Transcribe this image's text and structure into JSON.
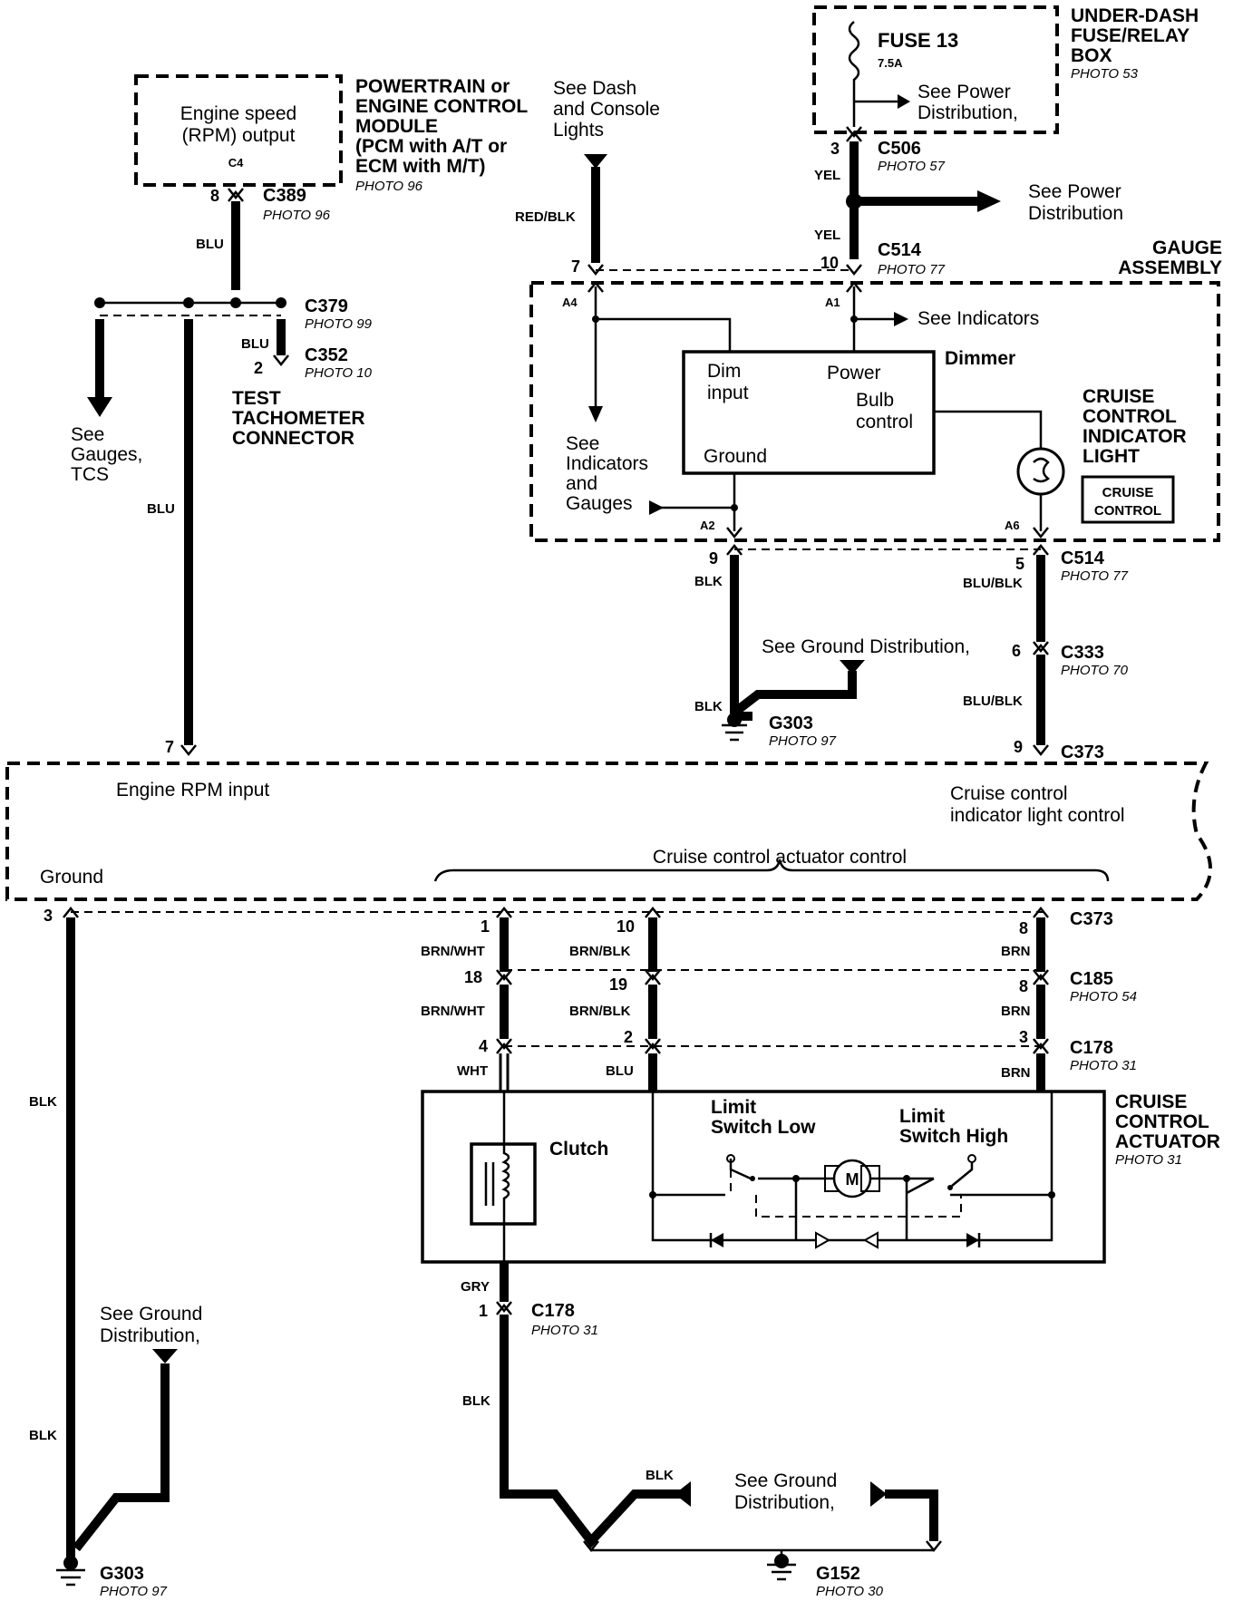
{
  "modules": {
    "fuse_box": {
      "name_lines": [
        "UNDER-DASH",
        "FUSE/RELAY",
        "BOX"
      ],
      "photo": "PHOTO 53",
      "fuse": "FUSE 13",
      "rating": "7.5A",
      "see": [
        "See Power",
        "Distribution,"
      ]
    },
    "pcm": {
      "name_lines": [
        "POWERTRAIN or",
        "ENGINE CONTROL",
        "MODULE",
        "(PCM with A/T or",
        "ECM with M/T)"
      ],
      "photo": "PHOTO 96",
      "inner_lines": [
        "Engine speed",
        "(RPM) output"
      ],
      "inner_pin": "C4"
    },
    "dash_lights": {
      "lines": [
        "See Dash",
        "and Console",
        "Lights"
      ]
    },
    "gauge_assembly": {
      "name_lines": [
        "GAUGE",
        "ASSEMBLY"
      ],
      "dimmer": "Dimmer",
      "dim_input": [
        "Dim",
        "input"
      ],
      "power": "Power",
      "bulb_control": [
        "Bulb",
        "control"
      ],
      "ground": "Ground",
      "see_indicators": "See Indicators",
      "see_ind_gauges": [
        "See",
        "Indicators",
        "and",
        "Gauges"
      ],
      "pins": {
        "a4": "A4",
        "a1": "A1",
        "a2": "A2",
        "a6": "A6"
      }
    },
    "indicator_light": {
      "name_lines": [
        "CRUISE",
        "CONTROL",
        "INDICATOR",
        "LIGHT"
      ],
      "badge": [
        "CRUISE",
        "CONTROL"
      ]
    },
    "test_tach": {
      "name_lines": [
        "TEST",
        "TACHOMETER",
        "CONNECTOR"
      ]
    },
    "see_gauges_tcs": {
      "lines": [
        "See",
        "Gauges,",
        "TCS"
      ]
    },
    "control_unit": {
      "engine_rpm_input": "Engine RPM input",
      "ground": "Ground",
      "cruise_indicator": [
        "Cruise control",
        "indicator light control"
      ],
      "actuator_control": "Cruise control actuator control"
    },
    "actuator": {
      "name_lines": [
        "CRUISE",
        "CONTROL",
        "ACTUATOR"
      ],
      "photo": "PHOTO 31",
      "clutch": "Clutch",
      "limit_low": [
        "Limit",
        "Switch Low"
      ],
      "limit_high": [
        "Limit",
        "Switch High"
      ],
      "motor": "M"
    },
    "power_dist": {
      "lines": [
        "See Power",
        "Distribution"
      ]
    },
    "ground_dist_mid": "See Ground Distribution,",
    "ground_dist_left": [
      "See Ground",
      "Distribution,"
    ],
    "ground_dist_right": [
      "See Ground",
      "Distribution,"
    ]
  },
  "connectors": {
    "c506": {
      "name": "C506",
      "photo": "PHOTO 57",
      "pin": "3"
    },
    "c514_top": {
      "name": "C514",
      "photo": "PHOTO 77",
      "pin_left": "7",
      "pin_right": "10"
    },
    "c389": {
      "name": "C389",
      "photo": "PHOTO 96",
      "pin": "8"
    },
    "c379": {
      "name": "C379",
      "photo": "PHOTO 99"
    },
    "c352": {
      "name": "C352",
      "photo": "PHOTO 10",
      "pin": "2"
    },
    "c514_bot": {
      "name": "C514",
      "photo": "PHOTO 77",
      "pin_left": "9",
      "pin_right": "5"
    },
    "c333": {
      "name": "C333",
      "photo": "PHOTO 70",
      "pin": "6"
    },
    "c373_top": {
      "name": "C373",
      "pin_left": "7",
      "pin_right": "9"
    },
    "c373_bot": {
      "name": "C373",
      "pins": [
        "3",
        "1",
        "10",
        "8"
      ]
    },
    "c185": {
      "name": "C185",
      "photo": "PHOTO 54",
      "pins": [
        "18",
        "19",
        "8"
      ]
    },
    "c178": {
      "name": "C178",
      "photo": "PHOTO 31",
      "pins": [
        "4",
        "2",
        "3"
      ]
    },
    "c178_gry": {
      "name": "C178",
      "photo": "PHOTO 31",
      "pin": "1"
    }
  },
  "grounds": {
    "g303_mid": {
      "name": "G303",
      "photo": "PHOTO 97"
    },
    "g303_left": {
      "name": "G303",
      "photo": "PHOTO 97"
    },
    "g152": {
      "name": "G152",
      "photo": "PHOTO 30"
    }
  },
  "wire_colors": {
    "yel1": "YEL",
    "yel2": "YEL",
    "red_blk": "RED/BLK",
    "blu_pcm": "BLU",
    "blu_tach": "BLU",
    "blu_long": "BLU",
    "blk_gauge1": "BLK",
    "blk_gauge2": "BLK",
    "blu_blk1": "BLU/BLK",
    "blu_blk2": "BLU/BLK",
    "brn_wht1": "BRN/WHT",
    "brn_wht2": "BRN/WHT",
    "wht": "WHT",
    "brn_blk1": "BRN/BLK",
    "brn_blk2": "BRN/BLK",
    "blu_act": "BLU",
    "brn1": "BRN",
    "brn2": "BRN",
    "brn3": "BRN",
    "blk_left1": "BLK",
    "blk_left2": "BLK",
    "gry": "GRY",
    "blk_bottom1": "BLK",
    "blk_bottom2": "BLK"
  }
}
